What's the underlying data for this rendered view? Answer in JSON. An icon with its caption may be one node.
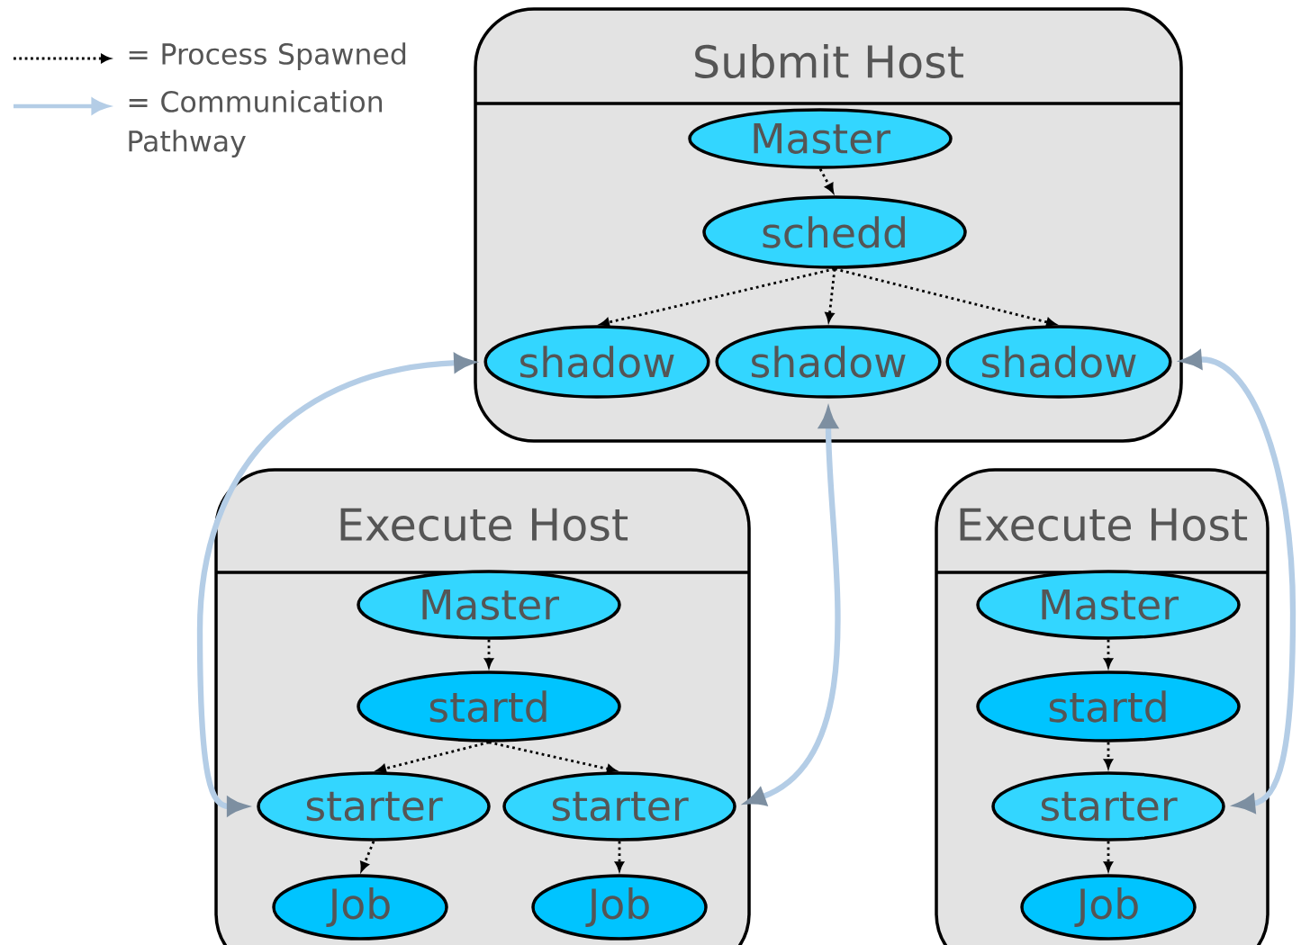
{
  "diagram": {
    "nodes": [
      {
        "text": [
          "Submit Host"
        ]
      },
      {
        "text": [
          "Master"
        ],
        "in": 0
      },
      {
        "text": [
          "schedd"
        ],
        "in": 0
      },
      {
        "text": [
          "shadow"
        ],
        "in": 0
      },
      {
        "text": [
          "shadow"
        ],
        "in": 0
      },
      {
        "text": [
          "shadow"
        ],
        "in": 0
      },
      {
        "text": [
          "Execute Host"
        ]
      },
      {
        "text": [
          "Master"
        ],
        "in": 6
      },
      {
        "text": [
          "startd"
        ],
        "in": 6
      },
      {
        "text": [
          "starter"
        ],
        "in": 6
      },
      {
        "text": [
          "starter"
        ],
        "in": 6
      },
      {
        "text": [
          "Job"
        ],
        "in": 6
      },
      {
        "text": [
          "Job"
        ],
        "in": 6
      },
      {
        "text": [
          "Execute Host"
        ]
      },
      {
        "text": [
          "Master"
        ],
        "in": 13
      },
      {
        "text": [
          "startd"
        ],
        "in": 13
      },
      {
        "text": [
          "starter"
        ],
        "in": 13
      },
      {
        "text": [
          "Job"
        ],
        "in": 13
      }
    ],
    "edges": [
      {
        "from": 1,
        "to": 2,
        "arrow": "to",
        "style": "dashed"
      },
      {
        "from": 2,
        "to": 3,
        "arrow": "to",
        "style": "dashed"
      },
      {
        "from": 2,
        "to": 4,
        "arrow": "to",
        "style": "dashed"
      },
      {
        "from": 2,
        "to": 5,
        "arrow": "to",
        "style": "dashed"
      },
      {
        "from": 7,
        "to": 8,
        "arrow": "to",
        "style": "dashed"
      },
      {
        "from": 8,
        "to": 9,
        "arrow": "to",
        "style": "dashed"
      },
      {
        "from": 8,
        "to": 10,
        "arrow": "to",
        "style": "dashed"
      },
      {
        "from": 9,
        "to": 11,
        "arrow": "to",
        "style": "dashed"
      },
      {
        "from": 10,
        "to": 12,
        "arrow": "to",
        "style": "dashed"
      },
      {
        "from": 14,
        "to": 15,
        "arrow": "to",
        "style": "dashed"
      },
      {
        "from": 15,
        "to": 16,
        "arrow": "to",
        "style": "dashed"
      },
      {
        "from": 16,
        "to": 17,
        "arrow": "to",
        "style": "dashed"
      },
      {
        "from": 3,
        "to": 9,
        "arrow": "both",
        "style": "thick",
        "color": "#b4cde6"
      },
      {
        "from": 4,
        "to": 10,
        "arrow": "both",
        "style": "thick",
        "color": "#b4cde6"
      },
      {
        "from": 5,
        "to": 16,
        "arrow": "both",
        "style": "thick",
        "color": "#b4cde6"
      }
    ],
    "legend": [
      {
        "text": "= Process Spawned"
      },
      {
        "text": "= Communication Pathway"
      }
    ]
  }
}
